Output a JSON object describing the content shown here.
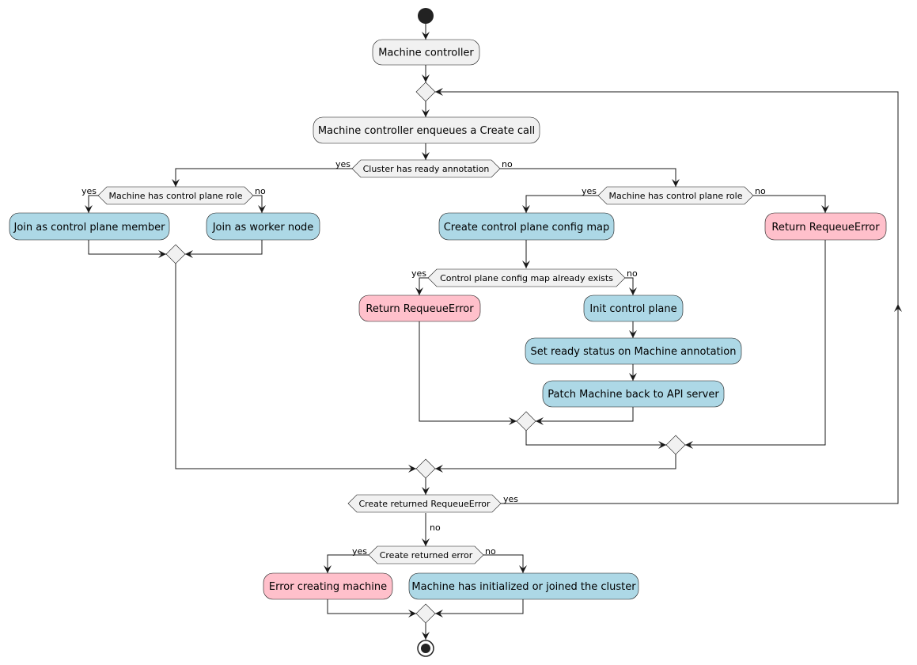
{
  "colors": {
    "neutral": "#F1F1F1",
    "success": "#ADD8E6",
    "error": "#FFC0CB",
    "stroke": "#181818"
  },
  "nodes": {
    "machine_controller": "Machine controller",
    "enqueue": "Machine controller enqueues a Create call",
    "join_cp_member": "Join as control plane member",
    "join_worker": "Join as worker node",
    "create_cp_config_map": "Create control plane config map",
    "return_requeue_right": "Return RequeueError",
    "return_requeue_mid": "Return RequeueError",
    "init_cp": "Init control plane",
    "set_ready_status": "Set ready status on Machine annotation",
    "patch_machine": "Patch Machine back to API server",
    "error_creating": "Error creating machine",
    "machine_initialized": "Machine has initialized or joined the cluster"
  },
  "conditions": {
    "cluster_ready": "Cluster has ready annotation",
    "cp_role_left": "Machine has control plane role",
    "cp_role_right": "Machine has control plane role",
    "cp_config_exists": "Control plane config map already exists",
    "create_requeue": "Create returned RequeueError",
    "create_error": "Create returned error"
  },
  "labels": {
    "yes": "yes",
    "no": "no"
  }
}
